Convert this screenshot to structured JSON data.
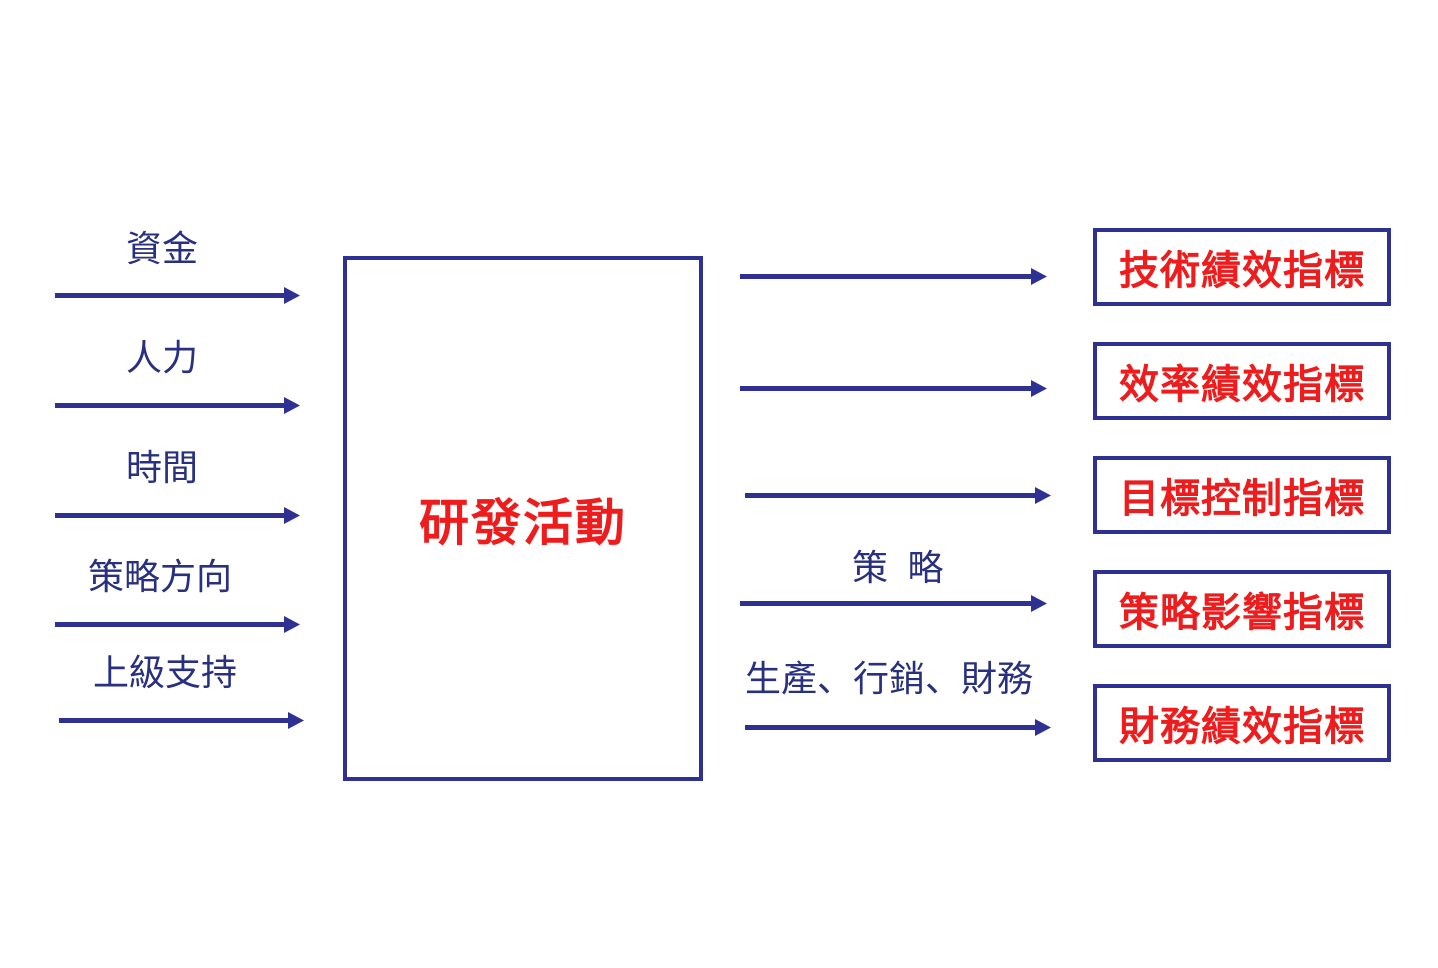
{
  "colors": {
    "arrow": "#2e3192",
    "box": "#2e3192",
    "highlight": "#ee1c1c",
    "label": "#28307f"
  },
  "inputs": [
    "資金",
    "人力",
    "時間",
    "策略方向",
    "上級支持"
  ],
  "center": {
    "label": "研發活動"
  },
  "output_labels": {
    "strategy": "策 略",
    "functions": "生產、行銷、財務"
  },
  "indicators": [
    "技術績效指標",
    "效率績效指標",
    "目標控制指標",
    "策略影響指標",
    "財務績效指標"
  ]
}
